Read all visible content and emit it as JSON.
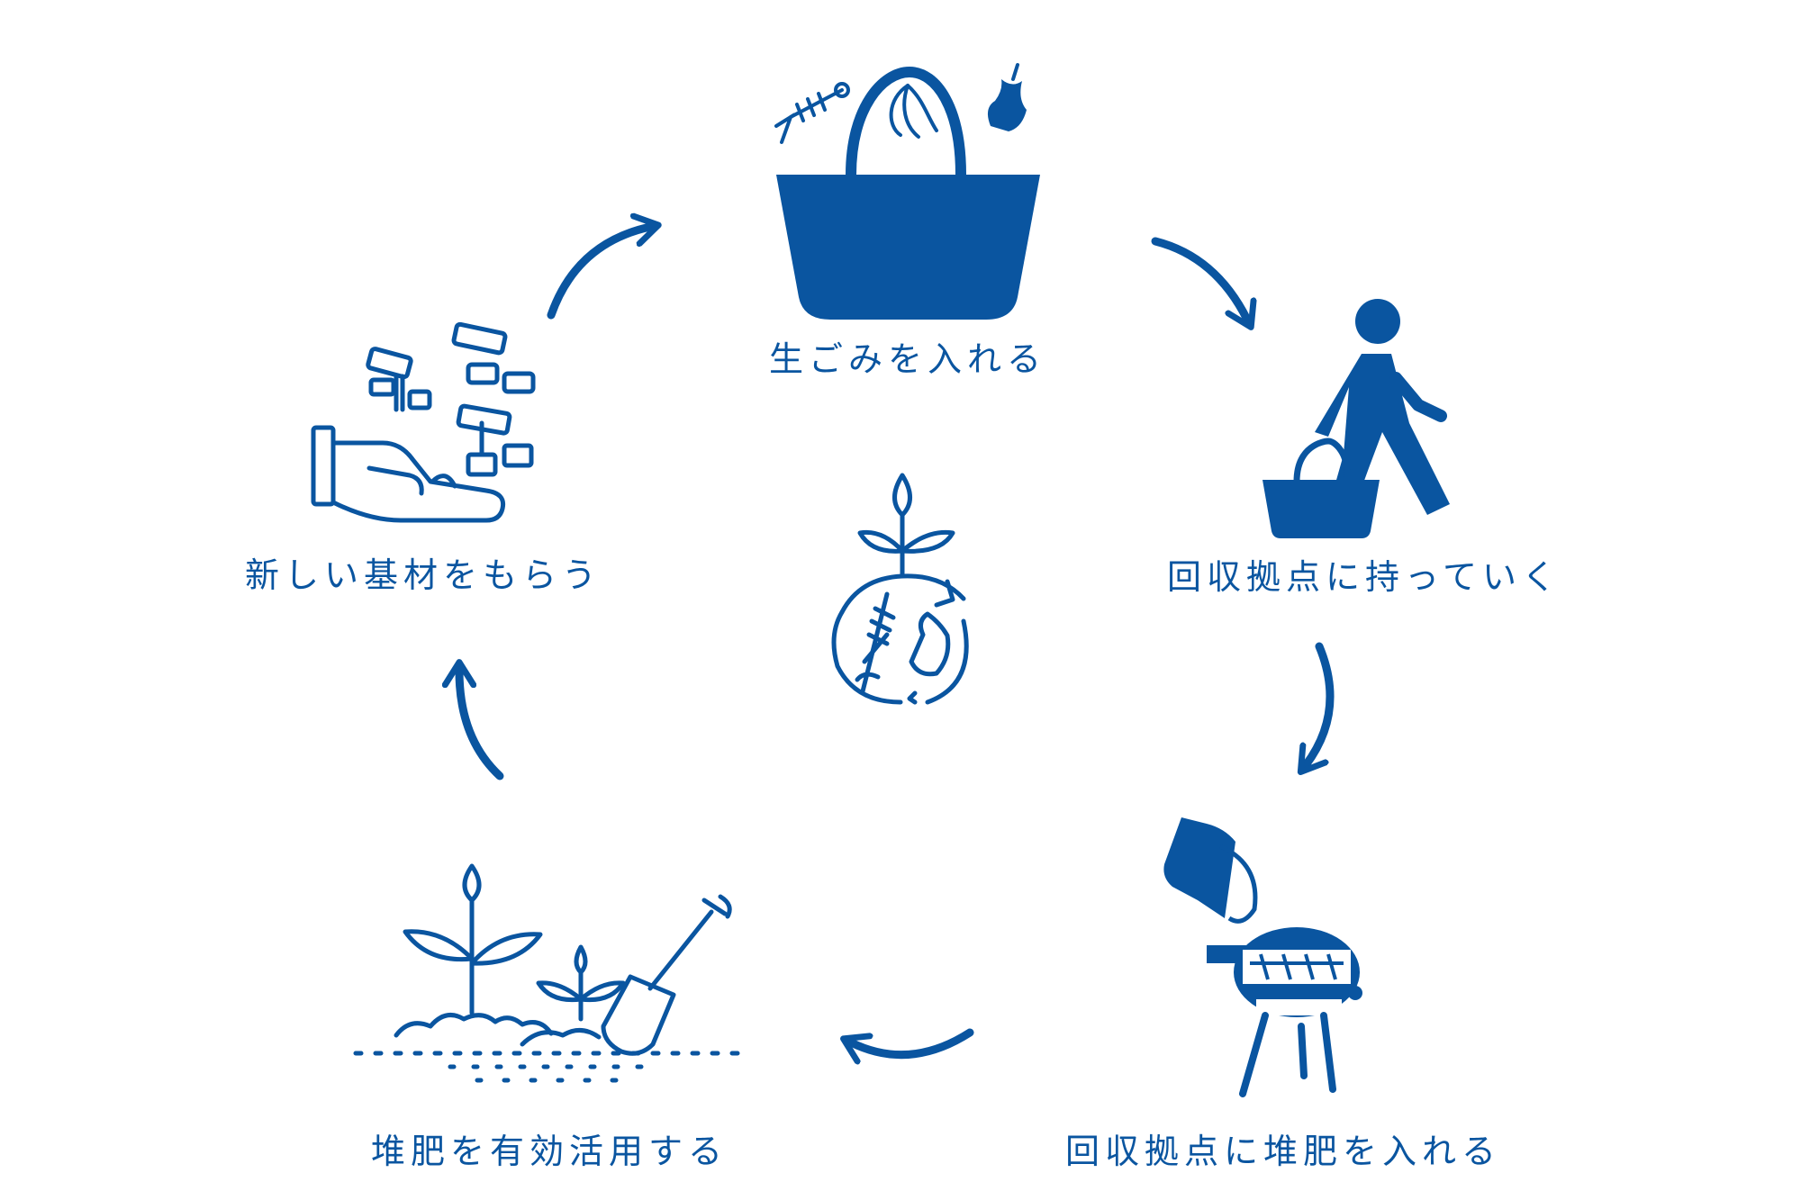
{
  "colors": {
    "primary": "#0a55a0",
    "background": "#ffffff"
  },
  "steps": [
    {
      "label": "生ごみを入れる",
      "icon": "food-waste-bag-icon"
    },
    {
      "label": "回収拠点に持っていく",
      "icon": "person-carrying-bag-icon"
    },
    {
      "label": "回収拠点に堆肥を入れる",
      "icon": "compost-tumbler-icon"
    },
    {
      "label": "堆肥を有効活用する",
      "icon": "plants-shovel-soil-icon"
    },
    {
      "label": "新しい基材をもらう",
      "icon": "hand-receiving-woodchips-icon"
    }
  ],
  "center_icon": "compost-cycle-icon"
}
